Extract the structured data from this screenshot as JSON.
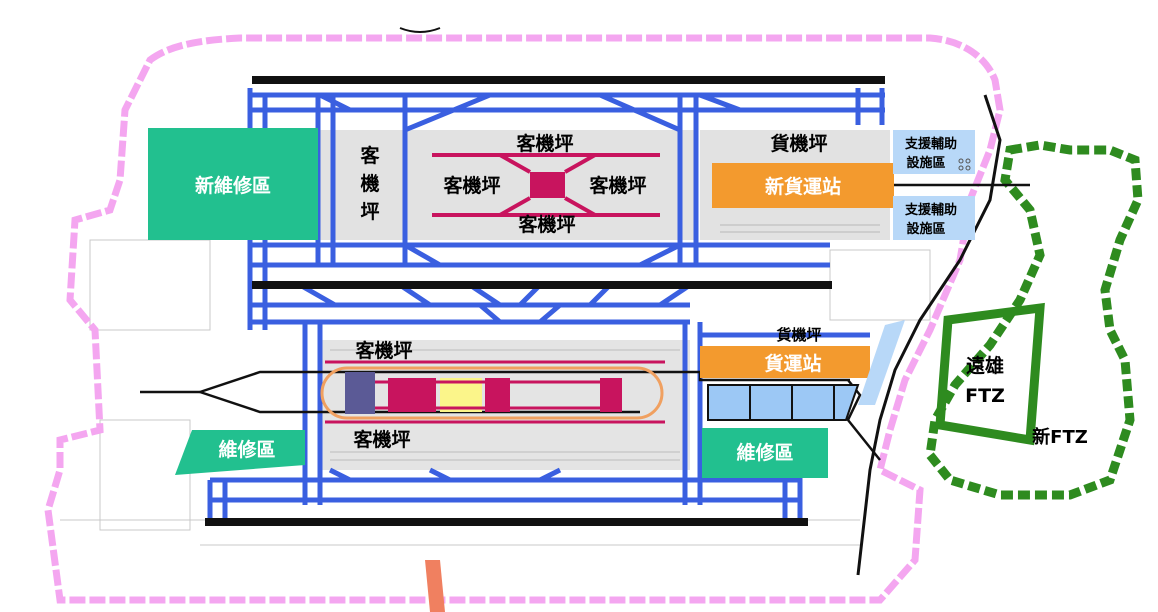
{
  "labels": {
    "new_maintenance_area": "新維修區",
    "passenger_apron_vertical": "客機坪",
    "passenger_apron_top": "客機坪",
    "passenger_apron_left": "客機坪",
    "passenger_apron_right": "客機坪",
    "passenger_apron_bottom": "客機坪",
    "cargo_apron_north": "貨機坪",
    "new_cargo_terminal": "新貨運站",
    "support_facility_1": "支援輔助設施區",
    "support_facility_2": "支援輔助設施區",
    "passenger_apron_south_top": "客機坪",
    "passenger_apron_south_bottom": "客機坪",
    "cargo_apron_south": "貨機坪",
    "cargo_terminal": "貨運站",
    "maintenance_area_left": "維修區",
    "maintenance_area_right": "維修區",
    "far_east_ftz": "遠雄FTZ",
    "new_ftz": "新FTZ"
  },
  "colors": {
    "taxiway": "#3a5fe0",
    "runway": "#111111",
    "boundary": "#f4a6f0",
    "maintenance": "#22c08f",
    "cargo": "#f39a2e",
    "apron_marking": "#c8145e",
    "apron_fill": "#e2e2e2",
    "ftz": "#2e8b1f",
    "light_blue": "#9cc8f5",
    "terminal_purple": "#5b5a96",
    "terminal_yellow": "#fbf58a",
    "terminal_magenta": "#c8145e",
    "terminal_ring": "#f0a060"
  }
}
